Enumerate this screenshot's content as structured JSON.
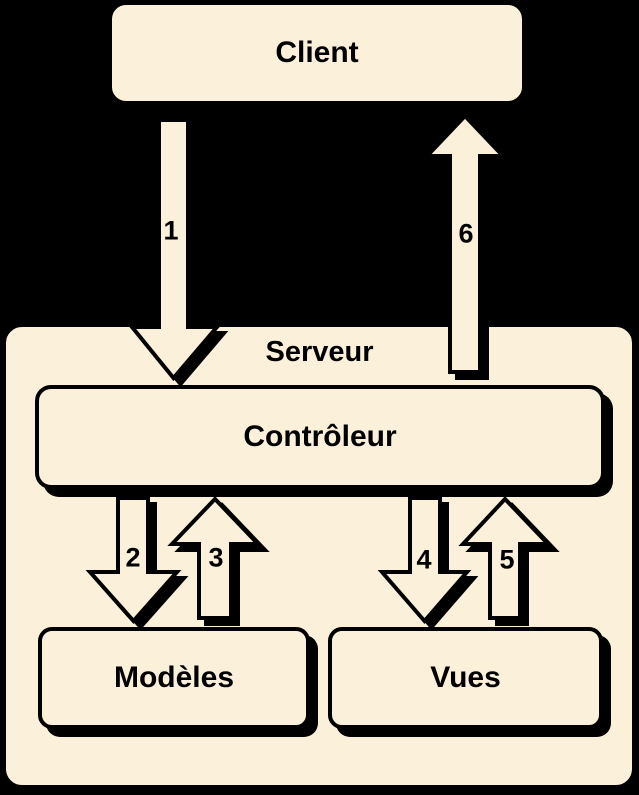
{
  "diagram": {
    "type": "architecture-flow",
    "description_visible_only": "MVC client-server diagram",
    "nodes": {
      "client": "Client",
      "serveur": "Serveur",
      "controleur": "Contrôleur",
      "modeles": "Modèles",
      "vues": "Vues"
    },
    "arrows": {
      "a1": {
        "label": "1",
        "direction": "down",
        "from": "client",
        "to": "controleur"
      },
      "a2": {
        "label": "2",
        "direction": "down",
        "from": "controleur",
        "to": "modeles"
      },
      "a3": {
        "label": "3",
        "direction": "up",
        "from": "modeles",
        "to": "controleur"
      },
      "a4": {
        "label": "4",
        "direction": "down",
        "from": "controleur",
        "to": "vues"
      },
      "a5": {
        "label": "5",
        "direction": "up",
        "from": "vues",
        "to": "controleur"
      },
      "a6": {
        "label": "6",
        "direction": "up",
        "from": "serveur",
        "to": "client"
      }
    }
  },
  "colors": {
    "background": "#000000",
    "node_fill": "#FBF0D9",
    "outline": "#000000",
    "text_color": "#000000"
  }
}
